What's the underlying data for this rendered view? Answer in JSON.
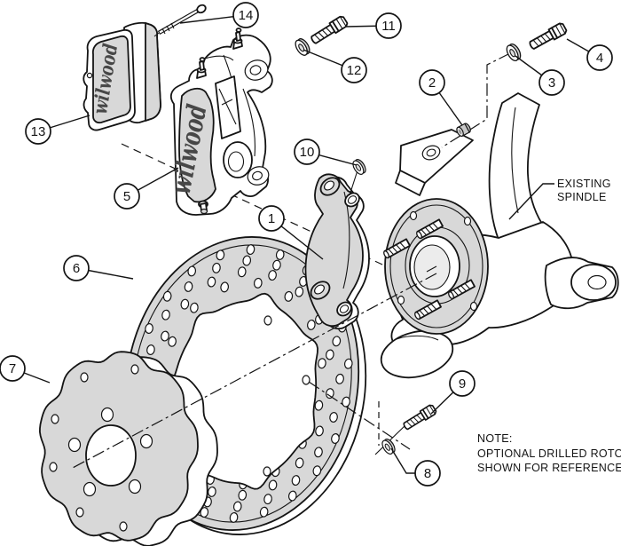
{
  "figure": {
    "colors": {
      "line": "#141414",
      "gray": "#d8d8d8",
      "background": "#ffffff"
    }
  },
  "callouts": [
    {
      "n": "1"
    },
    {
      "n": "2"
    },
    {
      "n": "3"
    },
    {
      "n": "4"
    },
    {
      "n": "5"
    },
    {
      "n": "6"
    },
    {
      "n": "7"
    },
    {
      "n": "8"
    },
    {
      "n": "9"
    },
    {
      "n": "10"
    },
    {
      "n": "11"
    },
    {
      "n": "12"
    },
    {
      "n": "13"
    },
    {
      "n": "14"
    }
  ],
  "labels": {
    "existing_spindle_line1": "EXISTING",
    "existing_spindle_line2": "SPINDLE",
    "note_line1": "NOTE:",
    "note_line2": "OPTIONAL DRILLED ROTOR",
    "note_line3": "SHOWN FOR REFERENCE",
    "brand_caliper": "wilwood",
    "brand_pad": "wilwood"
  }
}
